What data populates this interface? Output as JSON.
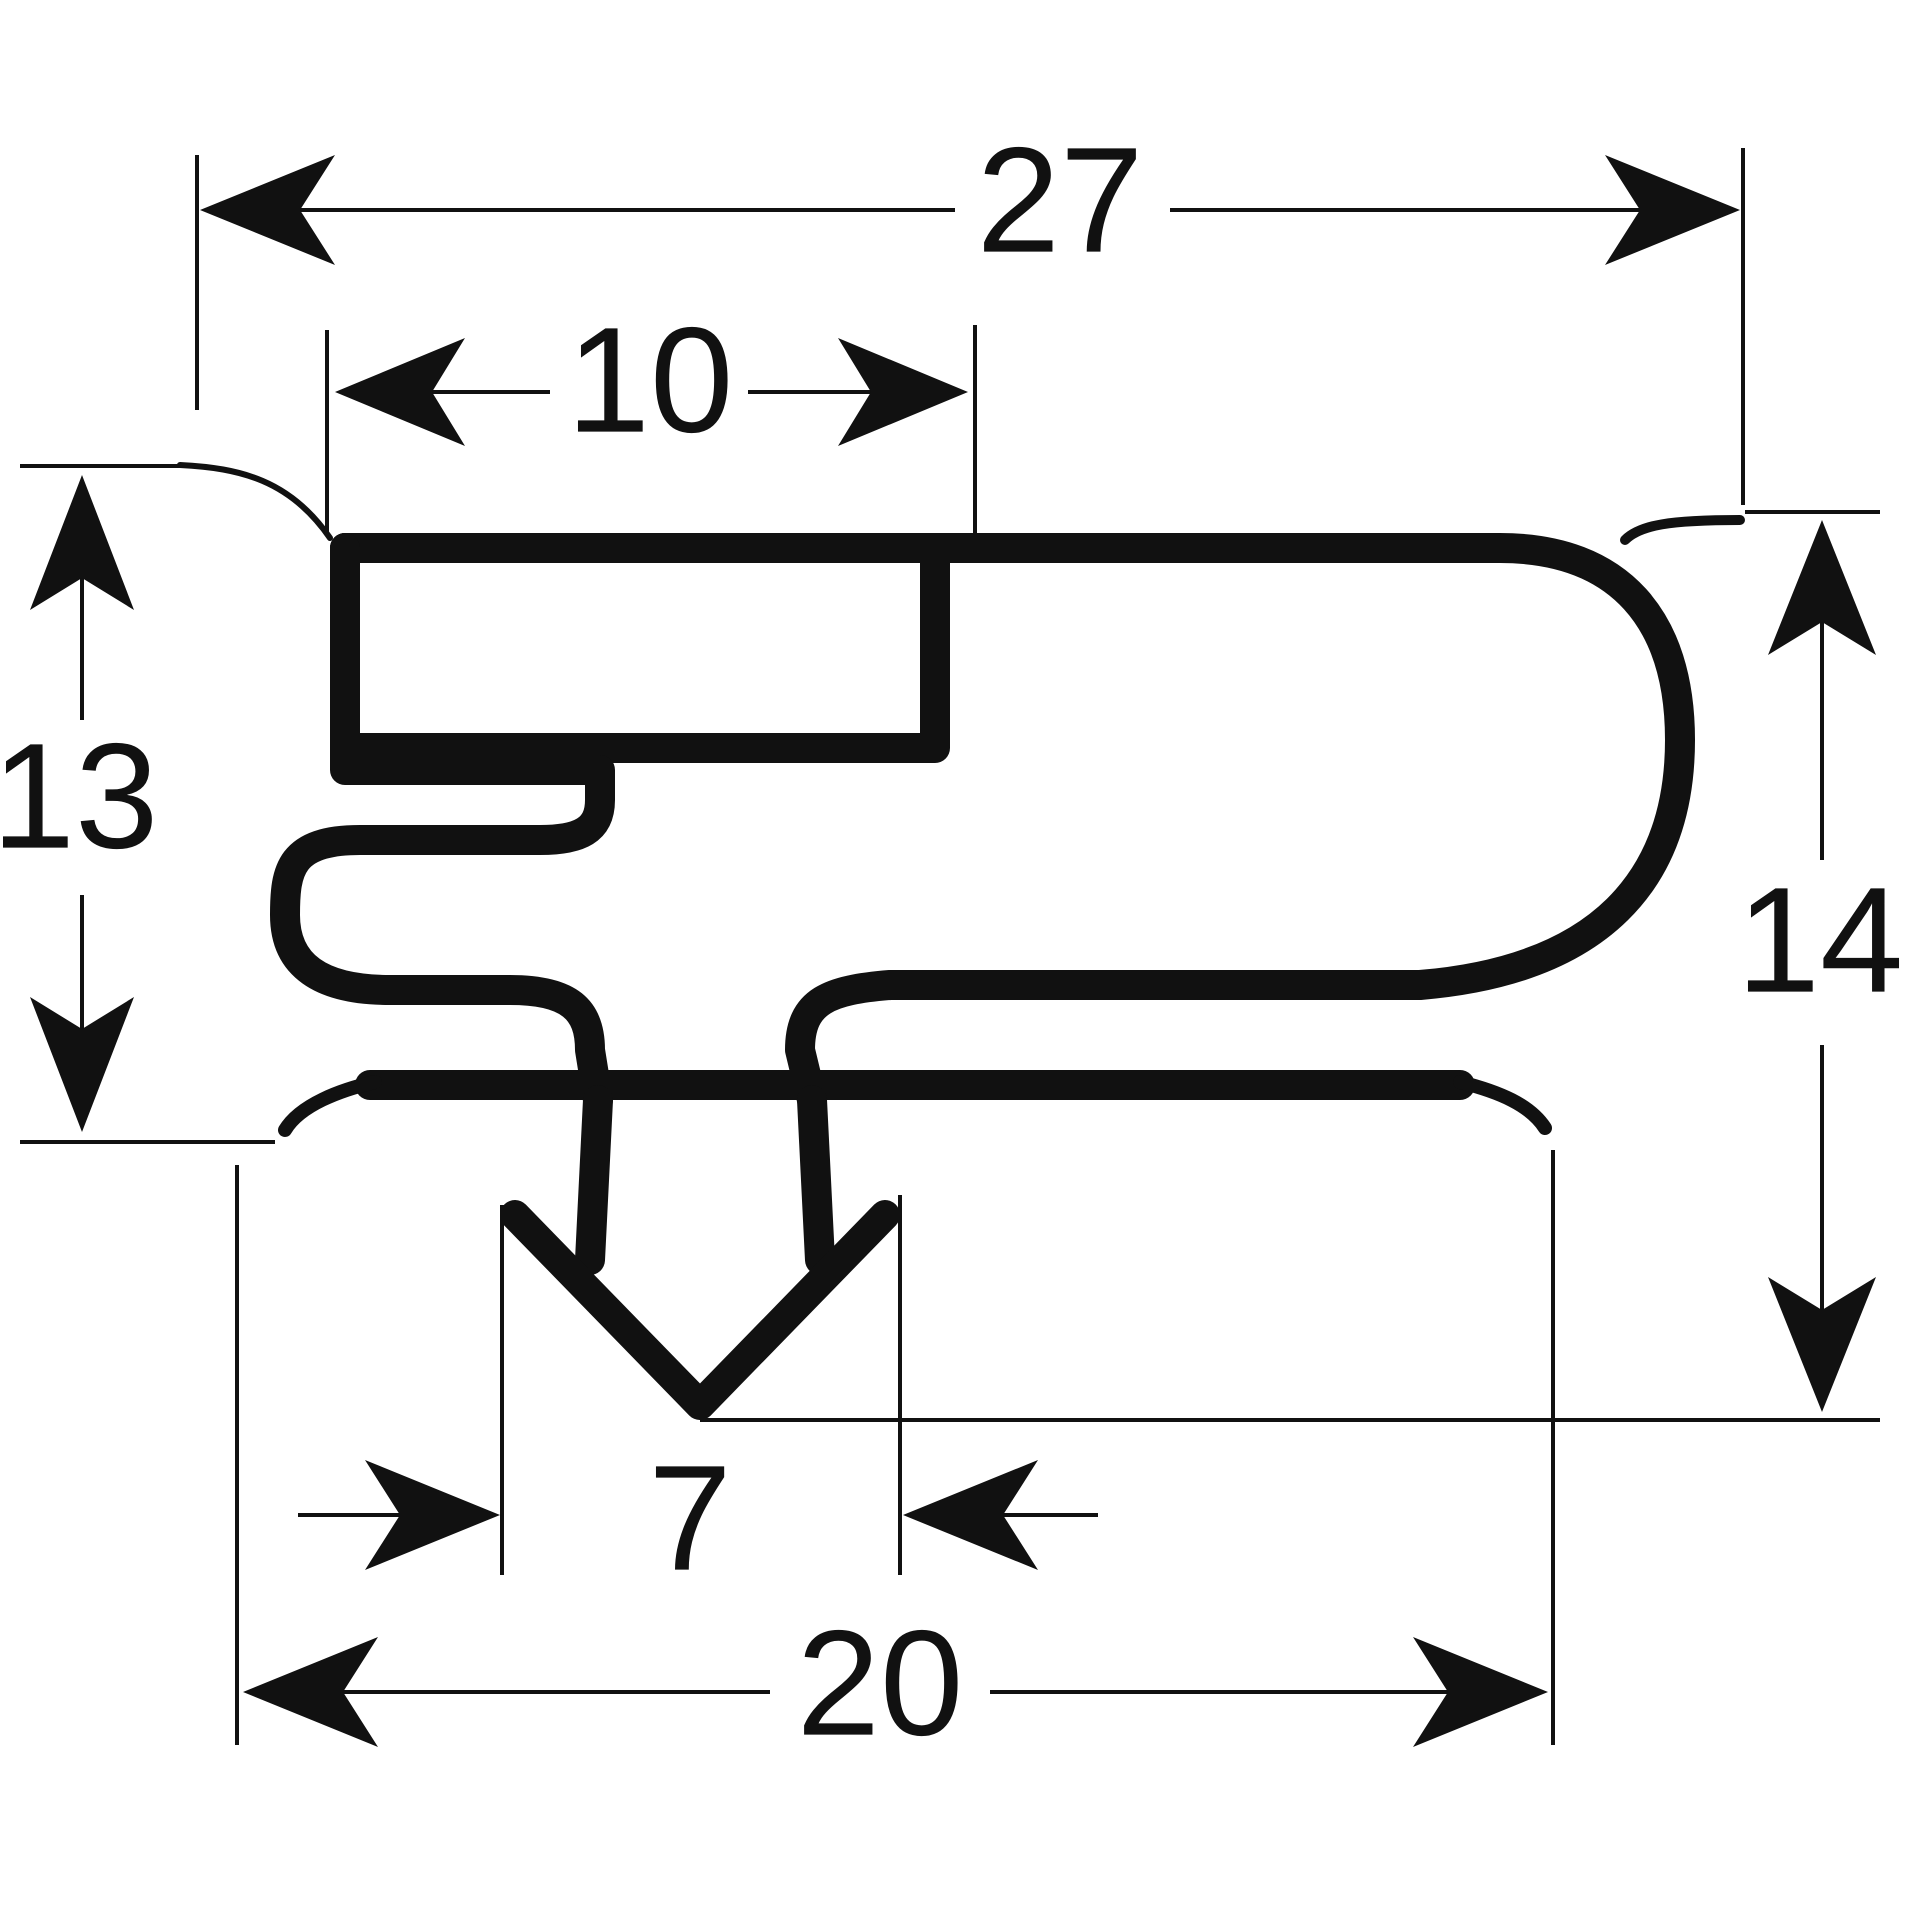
{
  "dimensions": {
    "overall_width": "27",
    "magnet_width": "10",
    "left_height": "13",
    "right_height": "14",
    "dart_width": "7",
    "base_width": "20"
  },
  "colors": {
    "line": "#111111",
    "background": "#ffffff"
  }
}
